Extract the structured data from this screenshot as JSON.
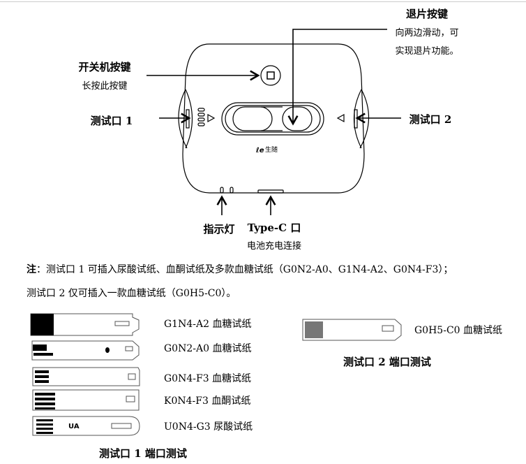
{
  "device": {
    "eject_button": {
      "title": "退片按键",
      "desc_line1": "向两边滑动，可",
      "desc_line2": "实现退片功能。"
    },
    "power_button": {
      "title": "开关机按键",
      "desc": "长按此按键"
    },
    "port1_label": "测试口 1",
    "port2_label": "测试口 2",
    "indicator_label": "指示灯",
    "typec": {
      "title": "Type-C 口",
      "desc": "电池充电连接"
    }
  },
  "note": {
    "prefix": "注",
    "line1": "：测试口 1 可插入尿酸试纸、血酮试纸及多款血糖试纸（G0N2-A0、G1N4-A2、G0N4-F3）；",
    "line2": "测试口 2 仅可插入一款血糖试纸（G0H5-C0）。"
  },
  "port1_strips": [
    {
      "label": "G1N4-A2 血糖试纸"
    },
    {
      "label": "G0N2-A0 血糖试纸"
    },
    {
      "label": "G0N4-F3 血糖试纸"
    },
    {
      "label": "K0N4-F3 血酮试纸"
    },
    {
      "label": "U0N4-G3 尿酸试纸",
      "strip_text": "UA"
    }
  ],
  "port1_caption": "测试口 1 端口测试",
  "port2_strips": [
    {
      "label": "G0H5-C0 血糖试纸"
    }
  ],
  "port2_caption": "测试口 2 端口测试"
}
